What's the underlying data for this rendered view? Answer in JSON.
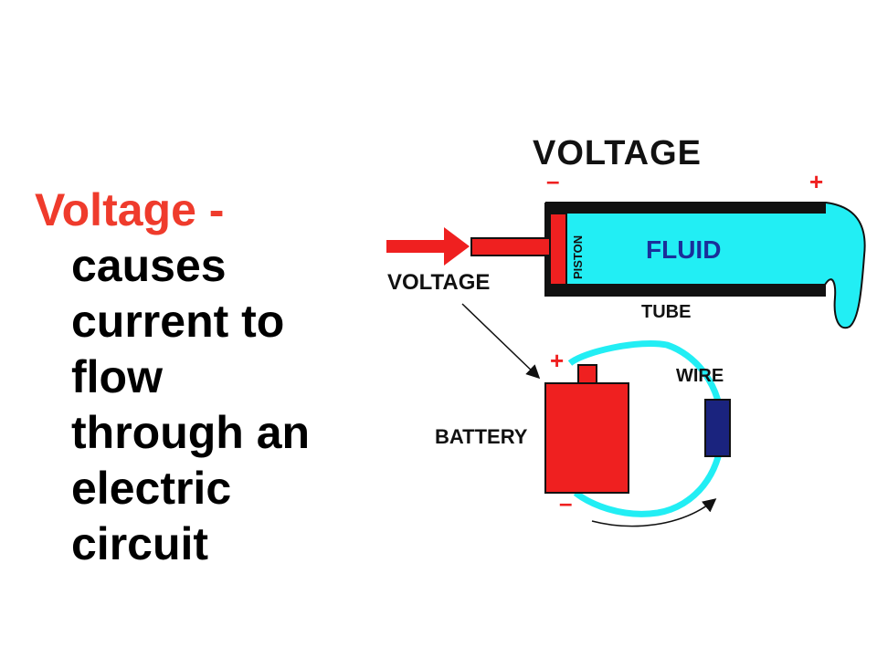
{
  "slide": {
    "term": "Voltage -",
    "definition_lines": [
      "causes",
      "current to",
      "flow",
      "through an",
      "electric",
      "circuit"
    ]
  },
  "diagram": {
    "title": "VOLTAGE",
    "tube": {
      "minus": "–",
      "plus": "+",
      "piston_label": "PISTON",
      "fluid_label": "FLUID",
      "tube_label": "TUBE",
      "voltage_label": "VOLTAGE"
    },
    "circuit": {
      "battery_label": "BATTERY",
      "wire_label": "WIRE",
      "plus": "+",
      "minus": "–"
    },
    "colors": {
      "red": "#ef2020",
      "fluid": "#22eef4",
      "tube": "#111111",
      "wire_block": "#1a237e",
      "term": "#ef3b2c"
    }
  }
}
